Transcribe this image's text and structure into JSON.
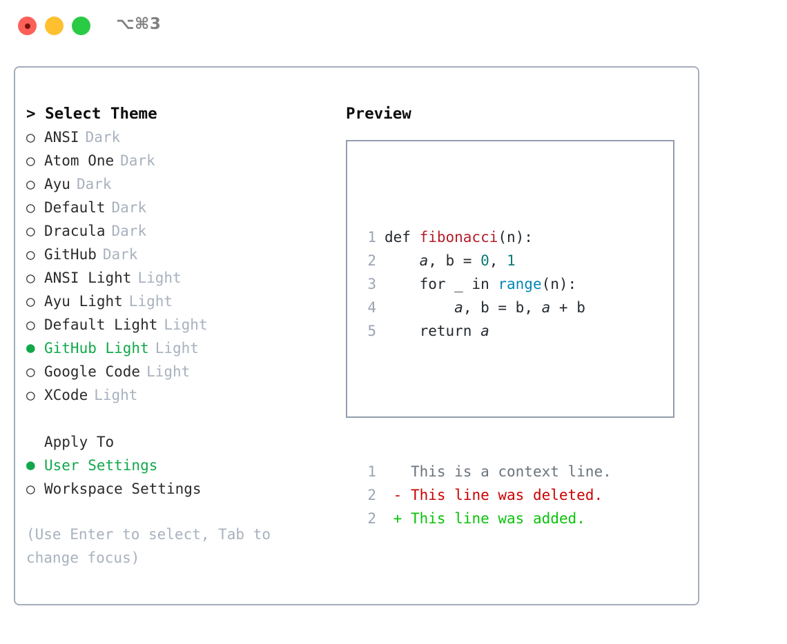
{
  "titlebar": {
    "shortcut": "⌥⌘3",
    "buttons": {
      "close": "close-window",
      "minimize": "minimize-window",
      "maximize": "maximize-window"
    }
  },
  "theme_picker": {
    "heading_prefix": "> ",
    "heading": "Select Theme",
    "unselected_marker": "○",
    "selected_marker": "●",
    "items": [
      {
        "marker": "○",
        "name": "ANSI",
        "badge": "Dark",
        "selected": false
      },
      {
        "marker": "○",
        "name": "Atom One",
        "badge": "Dark",
        "selected": false
      },
      {
        "marker": "○",
        "name": "Ayu",
        "badge": "Dark",
        "selected": false
      },
      {
        "marker": "○",
        "name": "Default",
        "badge": "Dark",
        "selected": false
      },
      {
        "marker": "○",
        "name": "Dracula",
        "badge": "Dark",
        "selected": false
      },
      {
        "marker": "○",
        "name": "GitHub",
        "badge": "Dark",
        "selected": false
      },
      {
        "marker": "○",
        "name": "ANSI Light",
        "badge": "Light",
        "selected": false
      },
      {
        "marker": "○",
        "name": "Ayu Light",
        "badge": "Light",
        "selected": false
      },
      {
        "marker": "○",
        "name": "Default Light",
        "badge": "Light",
        "selected": false
      },
      {
        "marker": "●",
        "name": "GitHub Light",
        "badge": "Light",
        "selected": true
      },
      {
        "marker": "○",
        "name": "Google Code",
        "badge": "Light",
        "selected": false
      },
      {
        "marker": "○",
        "name": "XCode",
        "badge": "Light",
        "selected": false
      }
    ]
  },
  "apply_to": {
    "heading": "Apply To",
    "items": [
      {
        "marker": "●",
        "name": "User Settings",
        "selected": true
      },
      {
        "marker": "○",
        "name": "Workspace Settings",
        "selected": false
      }
    ]
  },
  "hint": "(Use Enter to select, Tab to change focus)",
  "preview": {
    "heading": "Preview",
    "code_lines": [
      {
        "num": "1",
        "tokens": [
          {
            "text": "def ",
            "cls": "tok-kw"
          },
          {
            "text": "fibonacci",
            "cls": "tok-fn"
          },
          {
            "text": "(n):",
            "cls": "tok-plain"
          }
        ]
      },
      {
        "num": "2",
        "tokens": [
          {
            "text": "    ",
            "cls": "tok-plain"
          },
          {
            "text": "a",
            "cls": "tok-plain ital"
          },
          {
            "text": ", b = ",
            "cls": "tok-plain"
          },
          {
            "text": "0",
            "cls": "tok-num"
          },
          {
            "text": ", ",
            "cls": "tok-plain"
          },
          {
            "text": "1",
            "cls": "tok-num"
          }
        ]
      },
      {
        "num": "3",
        "tokens": [
          {
            "text": "    for _ in ",
            "cls": "tok-plain"
          },
          {
            "text": "range",
            "cls": "tok-builtin"
          },
          {
            "text": "(n):",
            "cls": "tok-plain"
          }
        ]
      },
      {
        "num": "4",
        "tokens": [
          {
            "text": "        ",
            "cls": "tok-plain"
          },
          {
            "text": "a",
            "cls": "tok-plain ital"
          },
          {
            "text": ", b = b, ",
            "cls": "tok-plain"
          },
          {
            "text": "a",
            "cls": "tok-plain ital"
          },
          {
            "text": " + b",
            "cls": "tok-plain"
          }
        ]
      },
      {
        "num": "5",
        "tokens": [
          {
            "text": "    return ",
            "cls": "tok-plain"
          },
          {
            "text": "a",
            "cls": "tok-plain ital"
          }
        ]
      }
    ],
    "diff_lines": [
      {
        "num": "1",
        "sign": "  ",
        "text": "This is a context line.",
        "cls": "diff-ctx"
      },
      {
        "num": "2",
        "sign": "- ",
        "text": "This line was deleted.",
        "cls": "diff-del"
      },
      {
        "num": "2",
        "sign": "+ ",
        "text": "This line was added.",
        "cls": "diff-add"
      }
    ]
  },
  "colors": {
    "accent_green": "#10a84a",
    "badge_gray": "#a8b1be",
    "border": "#a3adbb",
    "preview_border": "#919cad",
    "fn_red": "#b31d28",
    "num_teal": "#0b7a75",
    "builtin_blue": "#0086b3",
    "diff_del_red": "#cc0000",
    "diff_add_green": "#0ac20a",
    "close": "#fc6058",
    "minimize": "#fec02f",
    "maximize": "#2aca44"
  }
}
